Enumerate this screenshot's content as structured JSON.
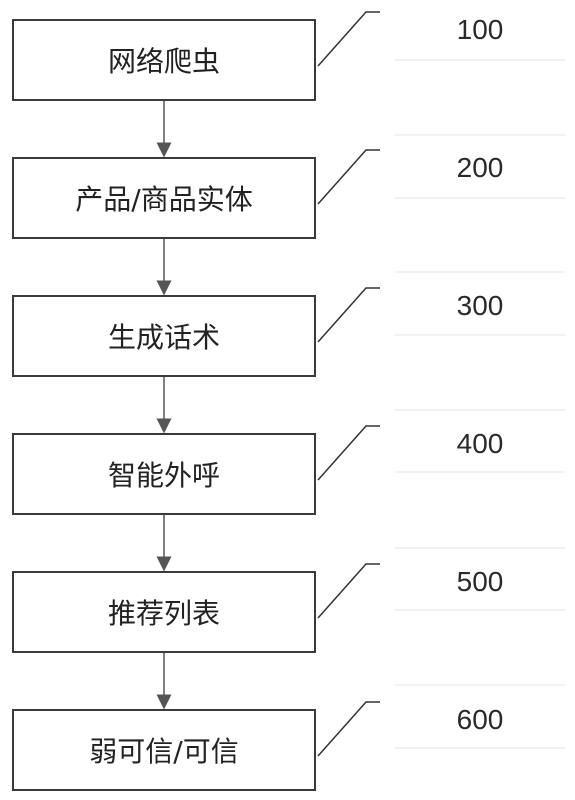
{
  "steps": [
    {
      "label": "网络爬虫",
      "ref": "100"
    },
    {
      "label": "产品/商品实体",
      "ref": "200"
    },
    {
      "label": "生成话术",
      "ref": "300"
    },
    {
      "label": "智能外呼",
      "ref": "400"
    },
    {
      "label": "推荐列表",
      "ref": "500"
    },
    {
      "label": "弱可信/可信",
      "ref": "600"
    }
  ]
}
